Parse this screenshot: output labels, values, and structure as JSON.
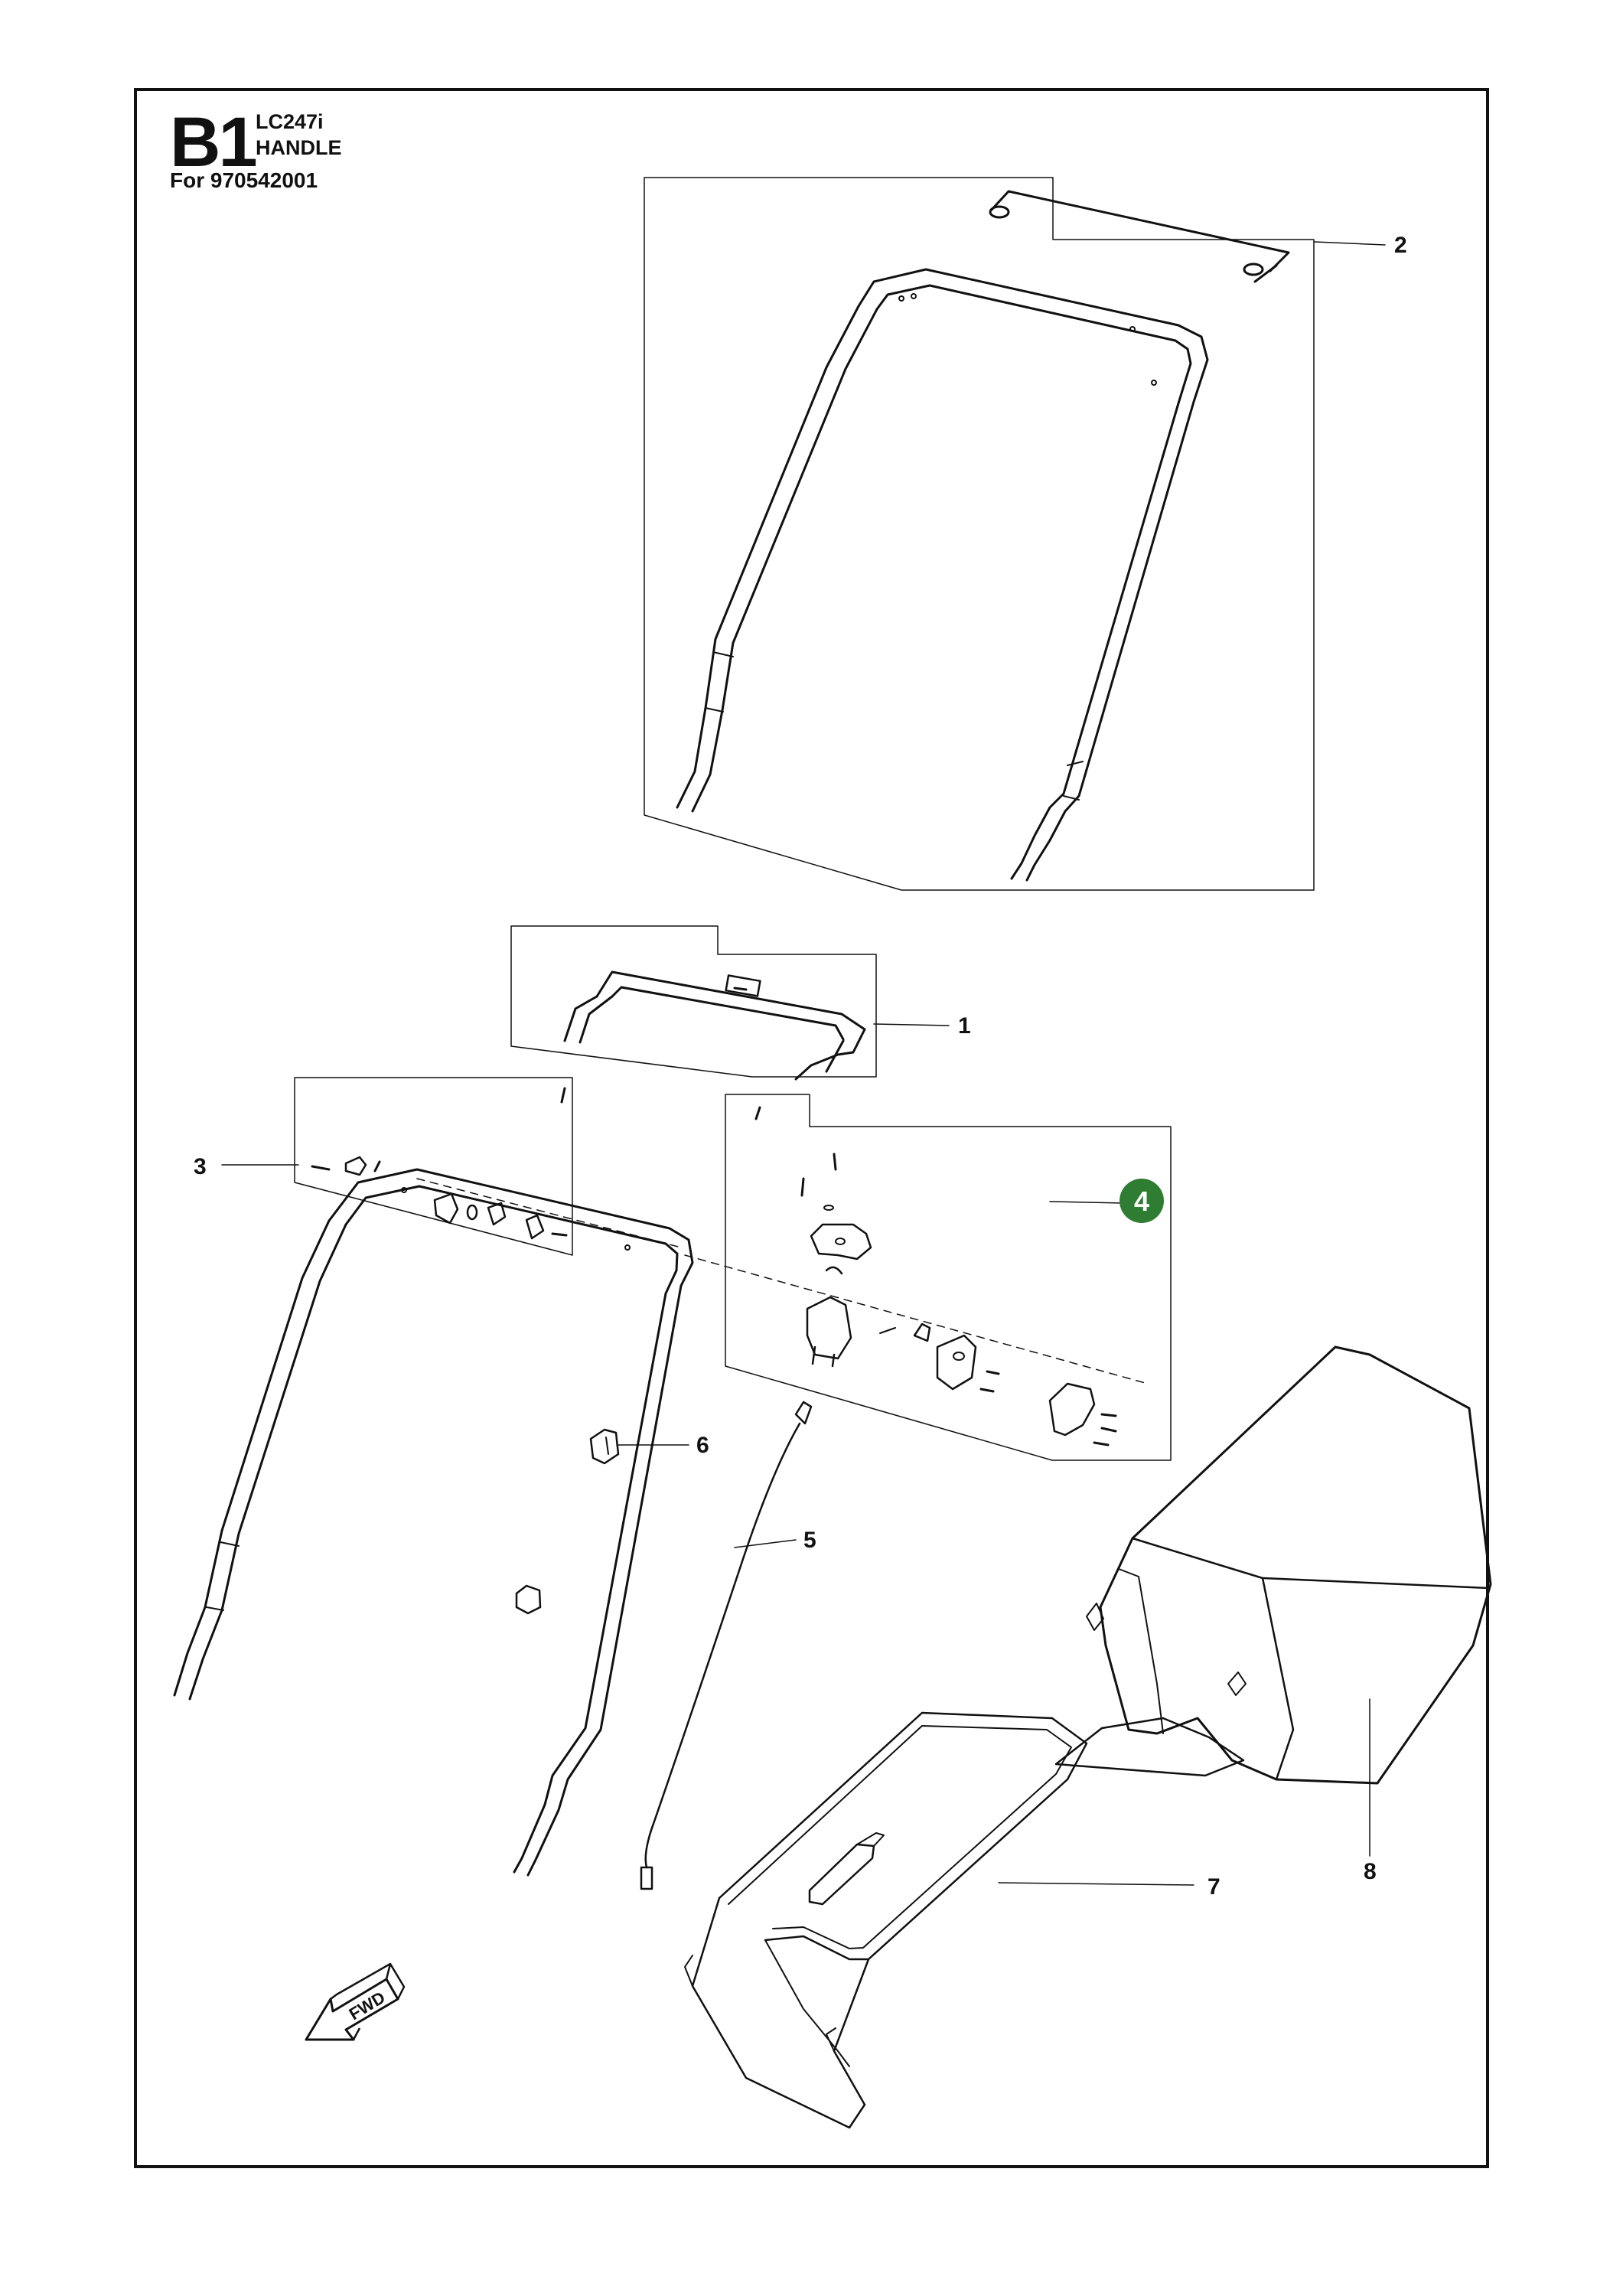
{
  "header": {
    "section_code": "B1",
    "model": "LC247i",
    "assembly": "HANDLE",
    "for_line": "For 970542001"
  },
  "callouts": [
    {
      "id": "1",
      "label": "1",
      "highlighted": false
    },
    {
      "id": "2",
      "label": "2",
      "highlighted": false
    },
    {
      "id": "3",
      "label": "3",
      "highlighted": false
    },
    {
      "id": "4",
      "label": "4",
      "highlighted": true
    },
    {
      "id": "5",
      "label": "5",
      "highlighted": false
    },
    {
      "id": "6",
      "label": "6",
      "highlighted": false
    },
    {
      "id": "7",
      "label": "7",
      "highlighted": false
    },
    {
      "id": "8",
      "label": "8",
      "highlighted": false
    }
  ],
  "direction_marker": {
    "label": "FWD",
    "icon": "forward-arrow-icon"
  },
  "colors": {
    "line": "#111111",
    "highlight": "#2e7d32",
    "paper": "#ffffff"
  }
}
